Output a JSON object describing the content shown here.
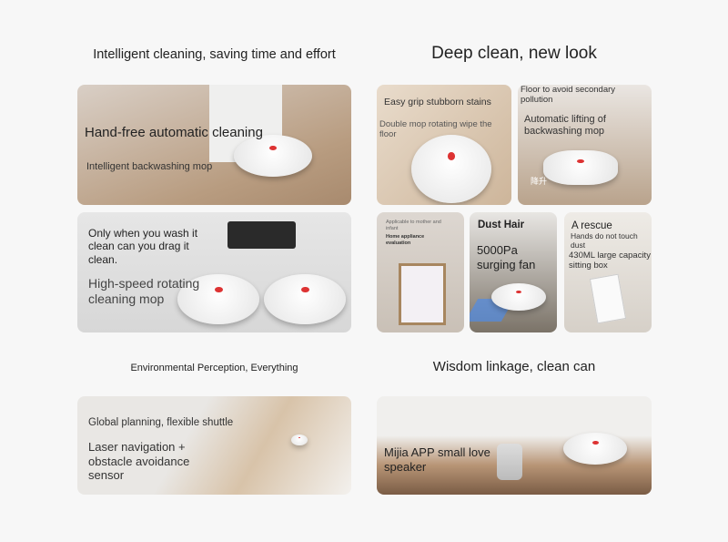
{
  "headings": {
    "intelligent": "Intelligent cleaning, saving time and effort",
    "deep_clean": "Deep clean, new look",
    "environmental": "Environmental Perception, Everything",
    "wisdom": "Wisdom linkage, clean can"
  },
  "cards": {
    "hand_free": {
      "title": "Hand-free automatic cleaning",
      "subtitle": "Intelligent backwashing mop"
    },
    "wash": {
      "line1": "Only when you wash it clean can you drag it clean.",
      "line2": "High-speed rotating cleaning mop"
    },
    "stains": {
      "title": "Easy grip stubborn stains",
      "subtitle": "Double mop rotating wipe the floor"
    },
    "lifting": {
      "title": "Floor to avoid secondary pollution",
      "subtitle": "Automatic lifting of backwashing mop",
      "badge": "降升"
    },
    "certificate": {
      "line1": "Applicable to mother and infant",
      "line2": "Home appliance evaluation"
    },
    "fan": {
      "title": "Dust Hair",
      "subtitle": "5000Pa surging fan"
    },
    "rescue": {
      "title": "A rescue",
      "line1": "Hands do not touch dust",
      "line2": "430ML large capacity sitting box"
    },
    "navigation": {
      "title": "Global planning, flexible shuttle",
      "subtitle": "Laser navigation + obstacle avoidance sensor"
    },
    "speaker": {
      "title": "Mijia APP small love speaker"
    }
  }
}
